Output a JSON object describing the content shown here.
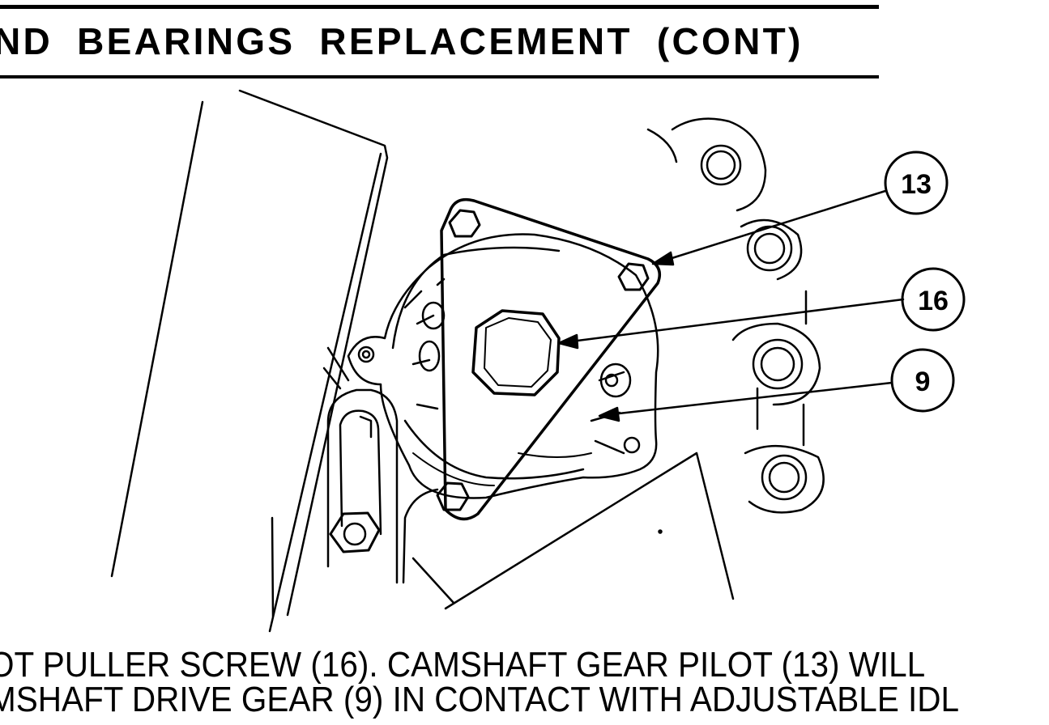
{
  "header": {
    "title": "ND BEARINGS REPLACEMENT (CONT)"
  },
  "figure": {
    "callouts": [
      "13",
      "16",
      "9"
    ]
  },
  "body": {
    "line1": "OT PULLER SCREW (16). CAMSHAFT GEAR PILOT (13) WILL",
    "line2": "MSHAFT DRIVE GEAR (9) IN CONTACT WITH ADJUSTABLE IDL"
  }
}
